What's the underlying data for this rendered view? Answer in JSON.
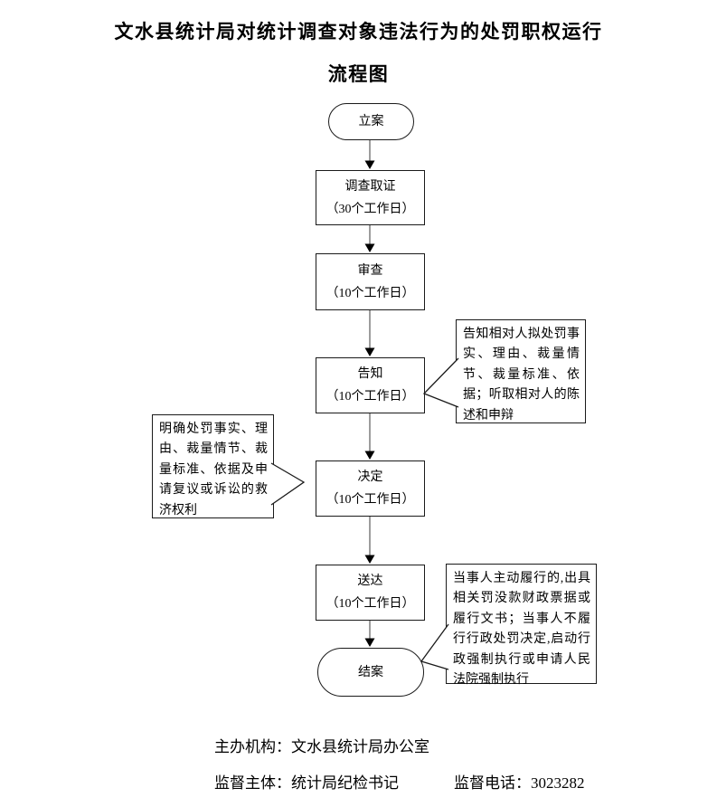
{
  "title": {
    "line1": "文水县统计局对统计调查对象违法行为的处罚职权运行",
    "line2": "流程图"
  },
  "flow": {
    "nodes": [
      {
        "shape": "stadium",
        "label": "立案"
      },
      {
        "shape": "rect",
        "label": "调查取证",
        "duration": "（30个工作日）"
      },
      {
        "shape": "rect",
        "label": "审查",
        "duration": "（10个工作日）"
      },
      {
        "shape": "rect",
        "label": "告知",
        "duration": "（10个工作日）"
      },
      {
        "shape": "rect",
        "label": "决定",
        "duration": "（10个工作日）"
      },
      {
        "shape": "rect",
        "label": "送达",
        "duration": "（10个工作日）"
      },
      {
        "shape": "stadium",
        "label": "结案"
      }
    ],
    "callouts": [
      {
        "attached_to": "告知",
        "side": "right",
        "text": "告知相对人拟处罚事实、理由、裁量情节、裁量标准、依据；听取相对人的陈述和申辩"
      },
      {
        "attached_to": "决定",
        "side": "left",
        "text": "明确处罚事实、理由、裁量情节、裁量标准、依据及申请复议或诉讼的救济权利"
      },
      {
        "attached_to": "结案",
        "side": "right",
        "text": "当事人主动履行的,出具相关罚没款财政票据或履行文书；当事人不履行行政处罚决定,启动行政强制执行或申请人民法院强制执行"
      }
    ]
  },
  "footer": {
    "organizer": "主办机构：文水县统计局办公室",
    "supervisor": "监督主体：统计局纪检书记",
    "phone": "监督电话：3023282"
  },
  "colors": {
    "background": "#ffffff",
    "box_border": "#1a1a1a",
    "text": "#000000",
    "arrow_line": "#737373",
    "arrow_head": "#000000"
  }
}
